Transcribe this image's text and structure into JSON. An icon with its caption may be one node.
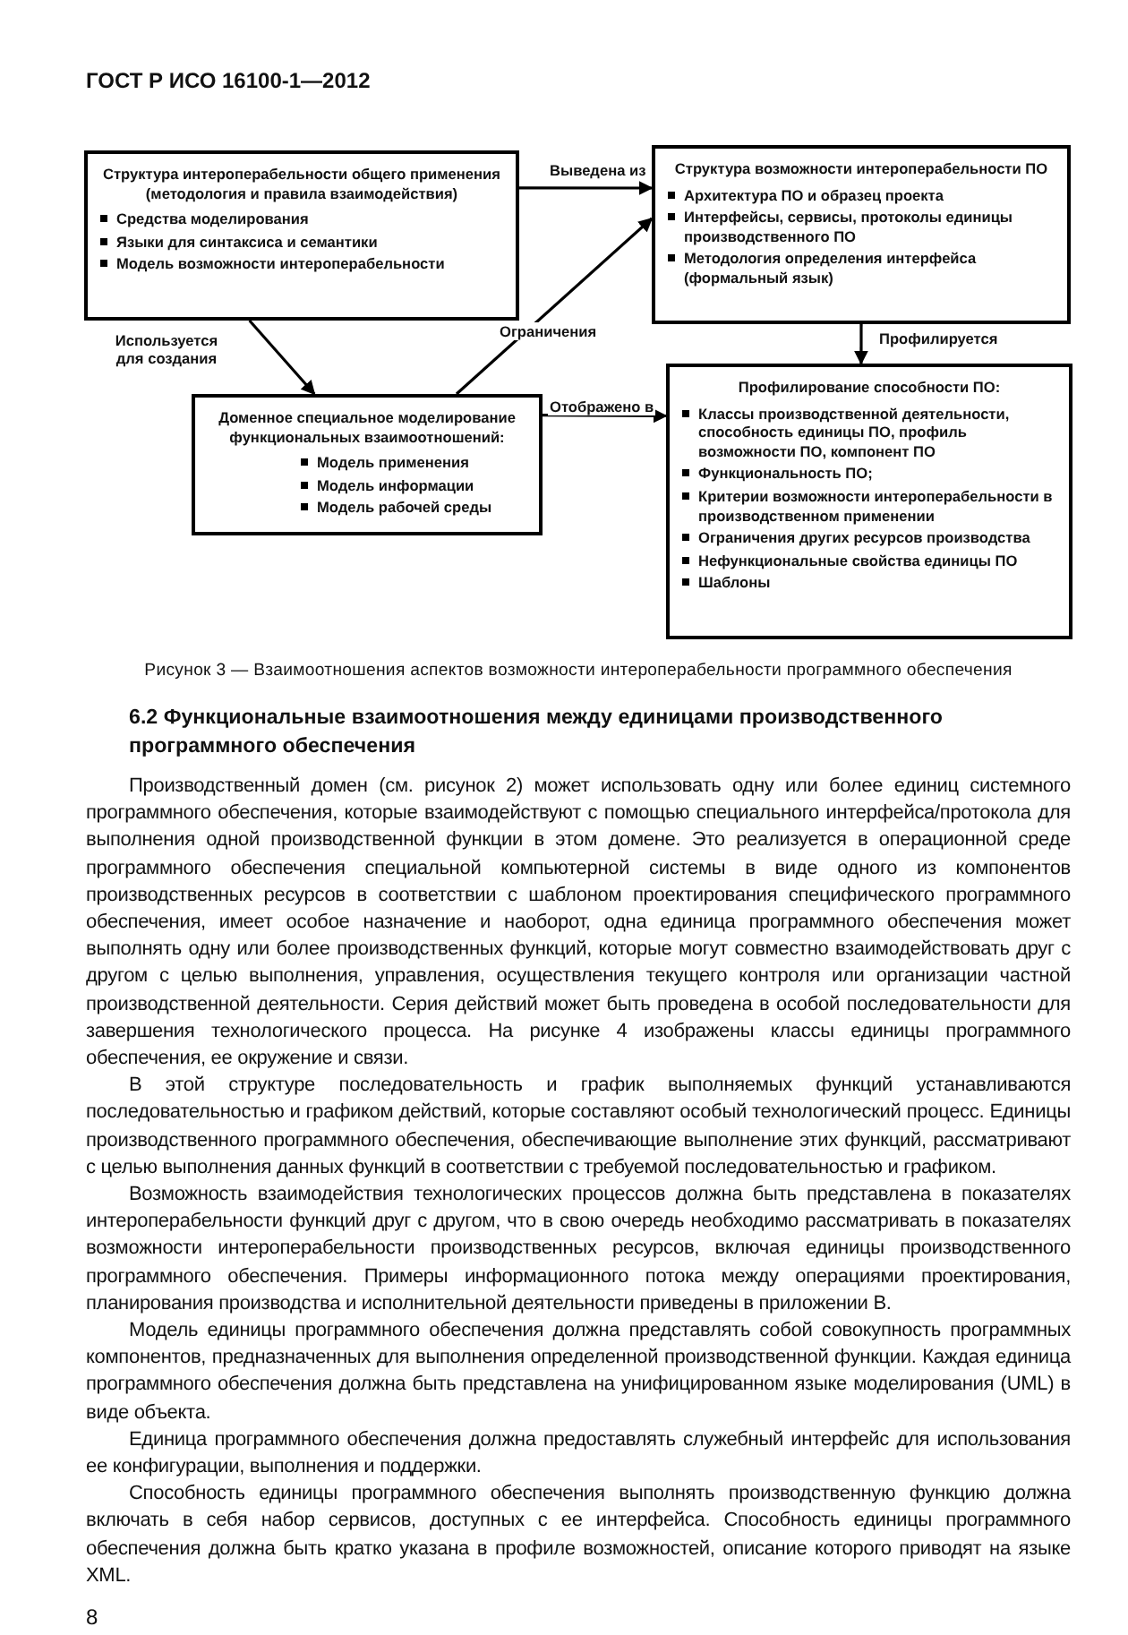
{
  "diagram": {
    "caption": "Рисунок 3 — Взаимоотношения аспектов возможности интероперабельности программного обеспечения",
    "nodes": [
      {
        "text": [
          "Структура интероперабельности общего применения (методология и правила взаимодействия)",
          "Средства моделирования",
          "Языки для синтаксиса и семантики",
          "Модель возможности интероперабельности"
        ]
      },
      {
        "text": [
          "Структура возможности интероперабельности ПО",
          "Архитектура ПО и образец проекта",
          "Интерфейсы, сервисы, протоколы единицы производственного ПО",
          "Методология определения интерфейса (формальный язык)"
        ]
      },
      {
        "text": [
          "Доменное специальное моделирование функциональных взаимоотношений:",
          "Модель применения",
          "Модель информации",
          "Модель рабочей среды"
        ]
      },
      {
        "text": [
          "Профилирование способности ПО:",
          "Классы производственной деятельности, способность единицы ПО, профиль возможности ПО, компонент ПО",
          "Функциональность ПО;",
          "Критерии возможности интероперабельности в производственном применении",
          "Ограничения других ресурсов производства",
          "Нефункциональные свойства единицы ПО",
          "Шаблоны"
        ]
      }
    ],
    "edges": [
      {
        "from": 0,
        "to": 1,
        "arrow": "to",
        "label": "Выведена из"
      },
      {
        "from": 0,
        "to": 2,
        "arrow": "to",
        "label": "Используется для создания"
      },
      {
        "from": 2,
        "to": 1,
        "arrow": "to",
        "label": "Ограничения"
      },
      {
        "from": 2,
        "to": 3,
        "arrow": "to",
        "label": "Отображено в"
      },
      {
        "from": 1,
        "to": 3,
        "arrow": "to",
        "label": "Профилируется"
      }
    ],
    "labels": [
      "ГОСТ Р ИСО 16100-1—2012",
      "6.2 Функциональные взаимоотношения между единицами производственного программного обеспечения",
      "Производственный домен (см. рисунок 2) может использовать одну или более единиц системного программного обеспечения, которые взаимодействуют с помощью специального интерфейса/протокола для выполнения одной производственной функции в этом домене. Это реализуется в операционной среде программного обеспечения специальной компьютерной системы в виде одного из компонентов производственных ресурсов в соответствии с шаблоном проектирования специфического программного обеспечения, имеет особое назначение и наоборот, одна единица программного обеспечения может выполнять одну или более производственных функций, которые могут совместно взаимодействовать друг с другом с целью выполнения, управления, осуществления текущего контроля или организации частной производственной деятельности. Серия действий может быть проведена в особой последовательности для завершения технологического процесса. На рисунке 4 изображены классы единицы программного обеспечения, ее окружение и связи.",
      "В этой структуре последовательность и график выполняемых функций устанавливаются последовательностью и графиком действий, которые составляют особый технологический процесс. Единицы производственного программного обеспечения, обеспечивающие выполнение этих функций, рассматривают с целью выполнения данных функций в соответствии с требуемой последовательностью и графиком.",
      "Возможность взаимодействия технологических процессов должна быть представлена в показателях интероперабельности функций друг с другом, что в свою очередь необходимо рассматривать в показателях возможности интероперабельности производственных ресурсов, включая единицы производственного программного обеспечения. Примеры информационного потока между операциями проектирования, планирования производства и исполнительной деятельности приведены в приложении В.",
      "Модель единицы программного обеспечения должна представлять собой совокупность программных компонентов, предназначенных для выполнения определенной производственной функции. Каждая единица программного обеспечения должна быть представлена на унифицированном языке моделирования (UML) в виде объекта.",
      "Единица программного обеспечения должна предоставлять служебный интерфейс для использования ее конфигурации, выполнения и поддержки.",
      "Способность единицы программного обеспечения выполнять производственную функцию должна включать в себя набор сервисов, доступных с ее интерфейса. Способность единицы программного обеспечения должна быть кратко указана в профиле возможностей, описание которого приводят на языке XML.",
      "8"
    ]
  }
}
